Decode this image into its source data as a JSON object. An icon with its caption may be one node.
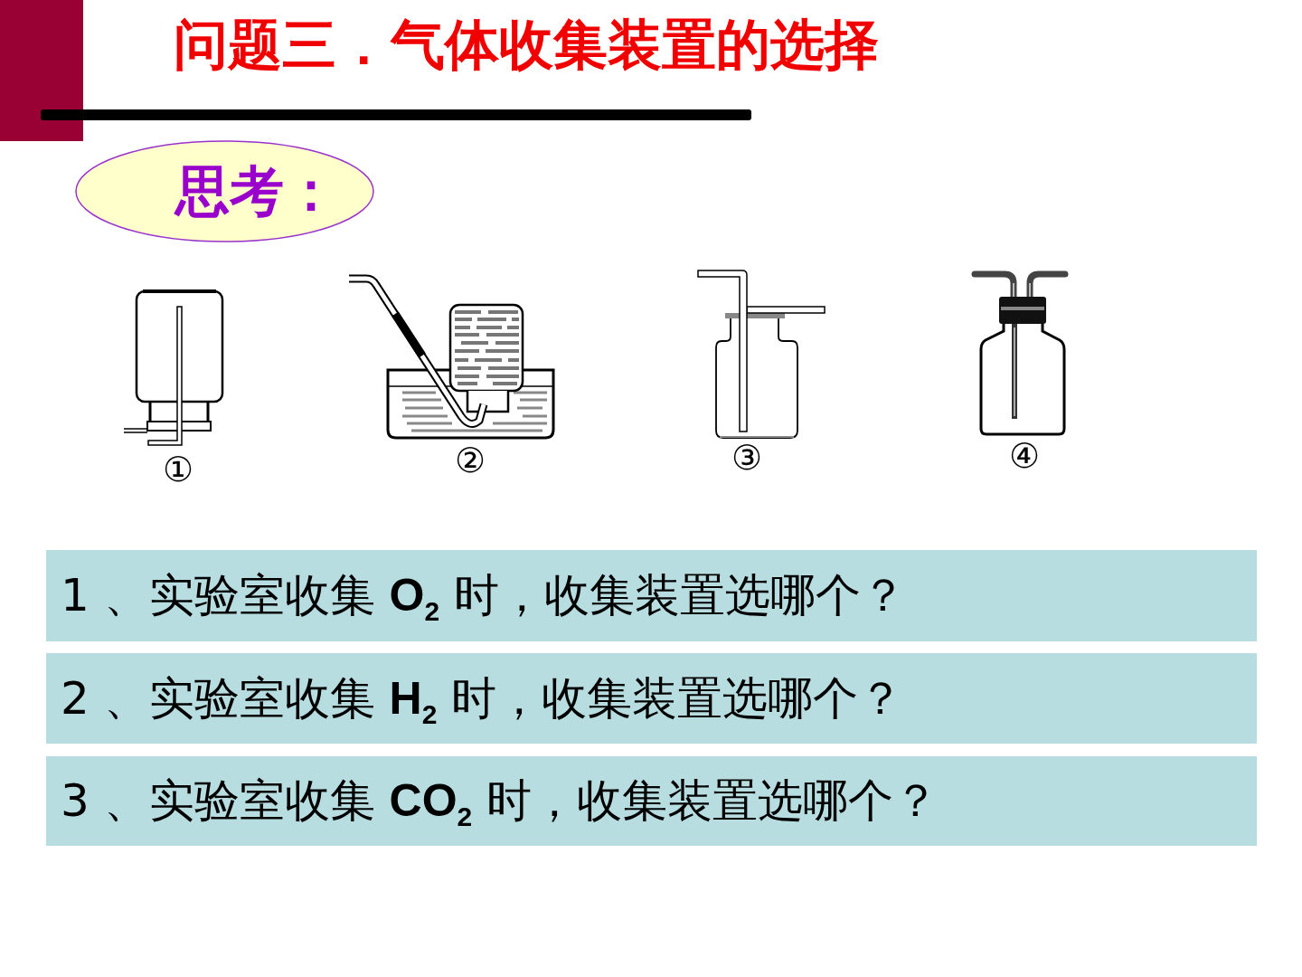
{
  "diagram": {
    "title": "问题三．气体收集装置的选择",
    "nodes": [
      {
        "text": [
          "思考："
        ]
      },
      {
        "text": [
          "1 、实验室收集 **O**$_{2}$ 时，收集装置选哪个？"
        ]
      },
      {
        "text": [
          "2 、实验室收集 **H**$_{2}$ 时，收集装置选哪个？"
        ]
      },
      {
        "text": [
          "3 、实验室收集 **CO**$_{2}$ 时，收集装置选哪个？"
        ]
      }
    ],
    "labels": [
      "①",
      "②",
      "③",
      "④"
    ]
  }
}
